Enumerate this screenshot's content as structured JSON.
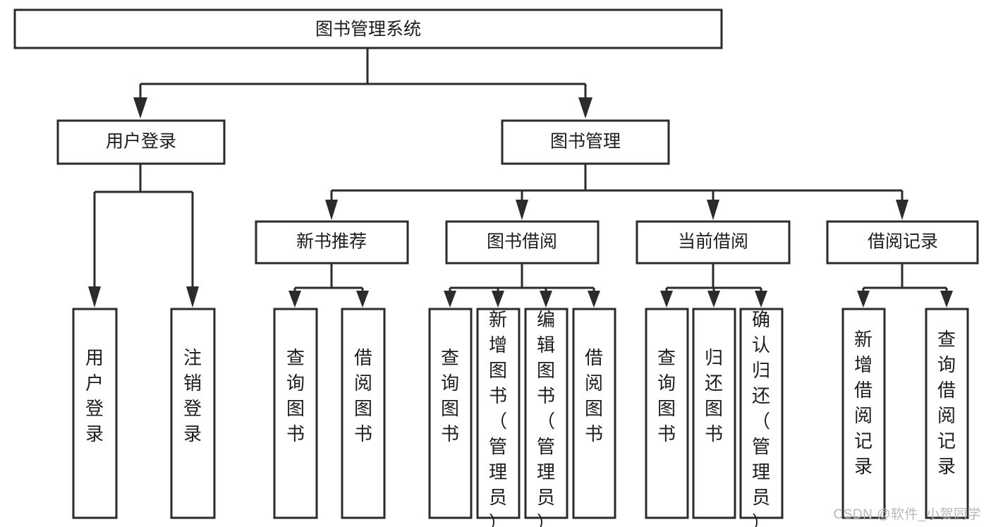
{
  "diagram": {
    "type": "tree-hierarchy",
    "title": "图书管理系统",
    "watermark": "CSDN @软件_小贺同学",
    "colors": {
      "box_fill": "#ffffff",
      "box_stroke": "#2b2b2b",
      "text": "#1c1c1c",
      "watermark": "#b8b8b8",
      "background": "#ffffff"
    },
    "levels": {
      "root": {
        "label": "图书管理系统",
        "orientation": "horizontal"
      },
      "level2": [
        {
          "label": "用户登录",
          "orientation": "horizontal"
        },
        {
          "label": "图书管理",
          "orientation": "horizontal"
        }
      ],
      "level3": [
        {
          "label": "新书推荐",
          "orientation": "horizontal"
        },
        {
          "label": "图书借阅",
          "orientation": "horizontal"
        },
        {
          "label": "当前借阅",
          "orientation": "horizontal"
        },
        {
          "label": "借阅记录",
          "orientation": "horizontal"
        }
      ],
      "leaves": [
        {
          "label": "用户登录",
          "orientation": "vertical",
          "parent": "用户登录"
        },
        {
          "label": "注销登录",
          "orientation": "vertical",
          "parent": "用户登录"
        },
        {
          "label": "查询图书",
          "orientation": "vertical",
          "parent": "新书推荐"
        },
        {
          "label": "借阅图书",
          "orientation": "vertical",
          "parent": "新书推荐"
        },
        {
          "label": "查询图书",
          "orientation": "vertical",
          "parent": "图书借阅"
        },
        {
          "label": "新增图书（管理员）",
          "orientation": "vertical",
          "parent": "图书借阅"
        },
        {
          "label": "编辑图书（管理员）",
          "orientation": "vertical",
          "parent": "图书借阅"
        },
        {
          "label": "借阅图书",
          "orientation": "vertical",
          "parent": "图书借阅"
        },
        {
          "label": "查询图书",
          "orientation": "vertical",
          "parent": "当前借阅"
        },
        {
          "label": "归还图书",
          "orientation": "vertical",
          "parent": "当前借阅"
        },
        {
          "label": "确认归还（管理员）",
          "orientation": "vertical",
          "parent": "当前借阅"
        },
        {
          "label": "新增借阅记录",
          "orientation": "vertical",
          "parent": "借阅记录"
        },
        {
          "label": "查询借阅记录",
          "orientation": "vertical",
          "parent": "借阅记录"
        }
      ]
    },
    "nodes": {
      "root": "图书管理系统",
      "n_user_login": "用户登录",
      "n_book_mgmt": "图书管理",
      "n_new_book_rec": "新书推荐",
      "n_book_borrow": "图书借阅",
      "n_current_borrow": "当前借阅",
      "n_borrow_record": "借阅记录",
      "l_user_login": "用户登录",
      "l_logout": "注销登录",
      "l_query_book_1": "查询图书",
      "l_borrow_book_1": "借阅图书",
      "l_query_book_2": "查询图书",
      "l_add_book": "新增图书（管理员）",
      "l_edit_book": "编辑图书（管理员）",
      "l_borrow_book_2": "借阅图书",
      "l_query_book_3": "查询图书",
      "l_return_book": "归还图书",
      "l_confirm_return": "确认归还（管理员）",
      "l_add_record": "新增借阅记录",
      "l_query_record": "查询借阅记录"
    }
  }
}
